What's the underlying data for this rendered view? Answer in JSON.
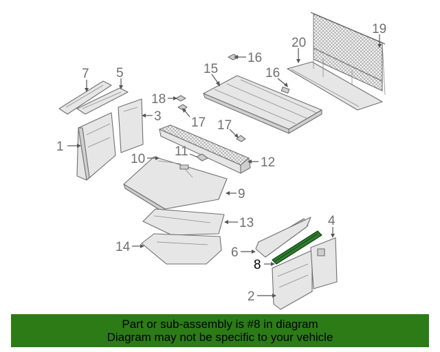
{
  "highlight_color": "#2e7d2e",
  "banner_color": "#2c7b16",
  "callouts": {
    "c1": "1",
    "c2": "2",
    "c3": "3",
    "c4": "4",
    "c5": "5",
    "c6": "6",
    "c7": "7",
    "c8": "8",
    "c9": "9",
    "c10": "10",
    "c11": "11",
    "c12": "12",
    "c13": "13",
    "c14": "14",
    "c15": "15",
    "c16a": "16",
    "c16b": "16",
    "c17a": "17",
    "c17b": "17",
    "c18": "18",
    "c19": "19",
    "c20": "20"
  },
  "banner": {
    "line1": "Part or sub-assembly is #8 in diagram",
    "line2": "Diagram may not be specific to your vehicle"
  }
}
